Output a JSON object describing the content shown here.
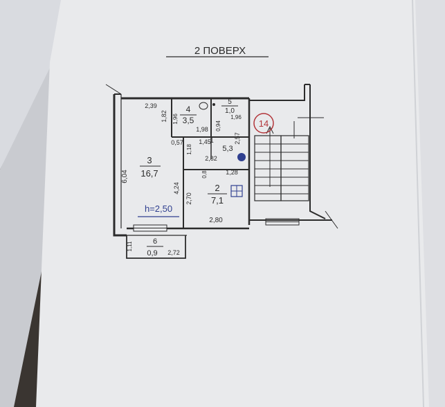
{
  "heading": "2 ПОВЕРХ",
  "height_note": "h=2,50",
  "staircase_label": "14",
  "rooms": {
    "r1": {
      "number": "1",
      "area": "5,3"
    },
    "r2": {
      "number": "2",
      "area": "7,1"
    },
    "r3": {
      "number": "3",
      "area": "16,7"
    },
    "r4": {
      "number": "4",
      "area": "3,5"
    },
    "r5": {
      "number": "5",
      "area": "1,0"
    },
    "r6": {
      "number": "6",
      "area": "0,9"
    }
  },
  "dims": {
    "d_2_39": "2,39",
    "d_1_82": "1,82",
    "d_1_96": "1,96",
    "d_1_98": "1,98",
    "d_0_94": "0,94",
    "d_0_57": "0,57",
    "d_1_45": "1,45",
    "d_1_18": "1,18",
    "d_2_57": "2,57",
    "d_6_04": "6,04",
    "d_2_82": "2,82",
    "d_0_8": "0,8",
    "d_1_28": "1,28",
    "d_4_24": "4,24",
    "d_2_70": "2,70",
    "d_2_80": "2,80",
    "d_1_11": "1,11",
    "d_2_72": "2,72"
  },
  "colors": {
    "paper": "#e9eaec",
    "ink": "#2b2b2b",
    "blue_ink": "#2f3f8f",
    "red_ink": "#b2353a",
    "background": "#3a3531"
  }
}
